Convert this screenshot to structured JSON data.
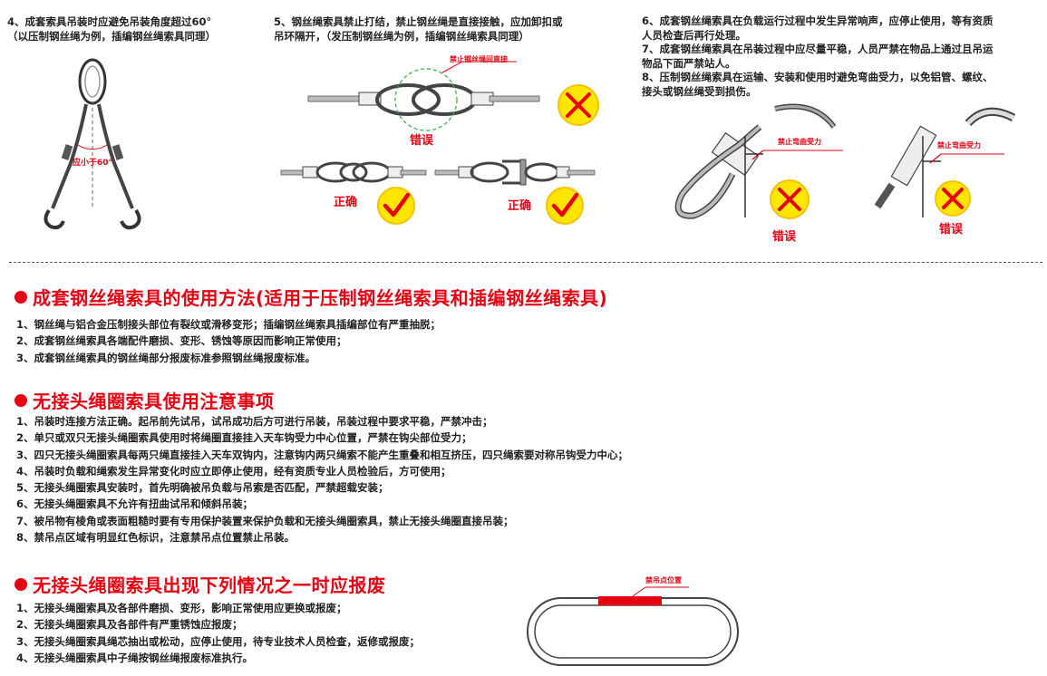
{
  "top": {
    "note4": [
      "4、成套索具吊装时应避免吊装角度超过60°",
      "（以压制钢丝绳为例，插编钢丝绳索具同理）"
    ],
    "angle_label": "应小于60°",
    "note5": [
      "5、钢丝绳索具禁止打结，禁止钢丝绳是直接接触，应加卸扣或",
      "吊环隔开，（发压制钢丝绳为例，插编钢丝绳索具同理）"
    ],
    "no_contact_label": "禁止钢丝绳间直接",
    "wrong": "错误",
    "correct": "正确",
    "note678": [
      "6、成套钢丝绳索具在负载运行过程中发生异常响声，应停止使用，等有资质",
      "人员检查后再行处理。",
      "7、成套钢丝绳索具在吊装过程中应尽量平稳，人员严禁在物品上通过且吊运",
      "物品下面严禁站人。",
      "8、压制钢丝绳索具在运输、安装和使用时避免弯曲受力，以免铝管、螺纹、",
      "接头或钢丝绳受到损伤。"
    ],
    "bend_label": "禁止弯曲受力"
  },
  "sections": [
    {
      "title": "成套钢丝绳索具的使用方法(适用于压制钢丝绳索具和插编钢丝绳索具)",
      "items": [
        "1、钢丝绳与铝合金压制接头部位有裂纹或滑移变形；插编钢丝绳索具插编部位有严重抽脱；",
        "2、成套钢丝绳索具各端配件磨损、变形、锈蚀等原因而影响正常使用；",
        "3、成套钢丝绳索具的钢丝绳部分报废标准参照钢丝绳报废标准。"
      ]
    },
    {
      "title": "无接头绳圈索具使用注意事项",
      "items": [
        "1、吊装时连接方法正确。起吊前先试吊，试吊成功后方可进行吊装，吊装过程中要求平稳，严禁冲击；",
        "2、单只或双只无接头绳圈索具使用时将绳圈直接挂入天车钩受力中心位置，严禁在钩尖部位受力；",
        "3、四只无接头绳圈索具每两只绳直接挂入天车双钩内，注意钩内两只绳索不能产生重叠和相互挤压，四只绳索要对称吊钩受力中心；",
        "4、吊装时负载和绳索发生异常变化时应立即停止使用，经有资质专业人员检验后，方可使用；",
        "5、无接头绳圈索具安装时，首先明确被吊负载与吊索是否匹配，严禁超载安装；",
        "6、无接头绳圈索具不允许有扭曲试吊和倾斜吊装；",
        "7、被吊物有棱角或表面粗糙时要有专用保护装置来保护负载和无接头绳圈索具，禁止无接头绳圈直接吊装；",
        "8、禁吊点区域有明显红色标识，注意禁吊点位置禁止吊装。"
      ]
    },
    {
      "title": "无接头绳圈索具出现下列情况之一时应报废",
      "items": [
        "1、无接头绳圈索具及各部件磨损、变形，影响正常使用应更换或报废；",
        "2、无接头绳圈索具及各部件有严重锈蚀应报废；",
        "3、无接头绳圈索具绳芯抽出或松动，应停止使用，待专业技术人员检查，返修或报废；",
        "4、无接头绳圈索具中子绳按钢丝绳报废标准执行。"
      ]
    }
  ],
  "loop_label": "禁吊点位置",
  "colors": {
    "accent": "#e60012",
    "ok_circle": "#ffe500",
    "text": "#231f20"
  }
}
